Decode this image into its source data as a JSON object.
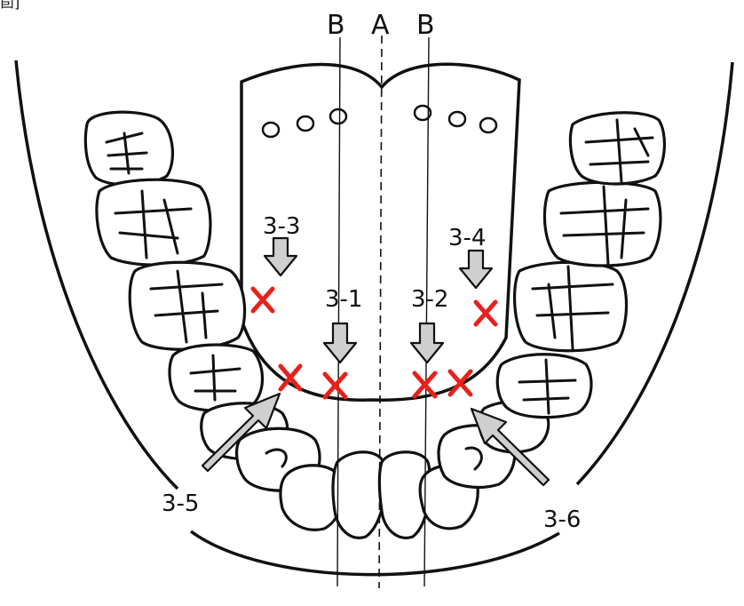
{
  "corner_text": "卣]",
  "lines": {
    "midline": "A",
    "left_reference": "B",
    "right_reference": "B"
  },
  "callouts": [
    {
      "id": "c31",
      "label": "3-1"
    },
    {
      "id": "c32",
      "label": "3-2"
    },
    {
      "id": "c33",
      "label": "3-3"
    },
    {
      "id": "c34",
      "label": "3-4"
    },
    {
      "id": "c35",
      "label": "3-5"
    },
    {
      "id": "c36",
      "label": "3-6"
    }
  ],
  "colors": {
    "marker": "#e8201c",
    "arrow_fill": "#cfcfcf",
    "outline": "#111111"
  }
}
